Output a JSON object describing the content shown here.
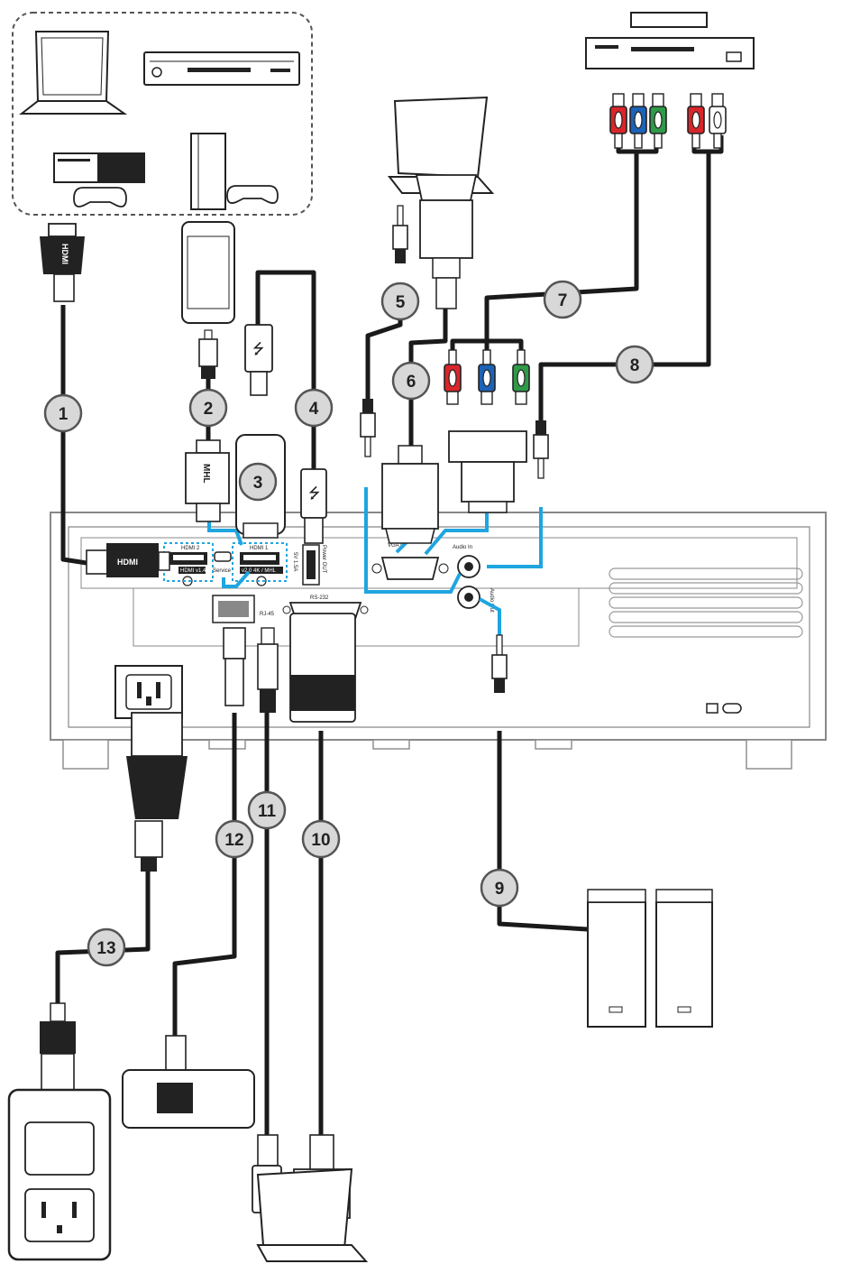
{
  "projector": {
    "ports": {
      "hdmi2": "HDMI 2",
      "hdmi2_version": "HDMI v1.4",
      "service": "Service",
      "hdmi1": "HDMI 1",
      "hdmi1_version": "v2.0 4K / MHL",
      "usb_power": "Power OUT",
      "power_rating": "5V 1.5A",
      "rs232": "RS-232",
      "rj45": "RJ-45",
      "vga_in": "VGA In",
      "audio_in": "Audio In",
      "audio_out": "Audio Out"
    }
  },
  "connector_text": {
    "hdmi_plug": "HDMI",
    "mhl_plug": "MHL"
  },
  "callouts": [
    "1",
    "2",
    "3",
    "4",
    "5",
    "6",
    "7",
    "8",
    "9",
    "10",
    "11",
    "12",
    "13"
  ],
  "colors": {
    "highlight": "#1fa5e0",
    "cable": "#1a1a1a",
    "red": "#d9262b",
    "blue": "#1c63b8",
    "green": "#2f9a48",
    "white_jack": "#ffffff"
  }
}
